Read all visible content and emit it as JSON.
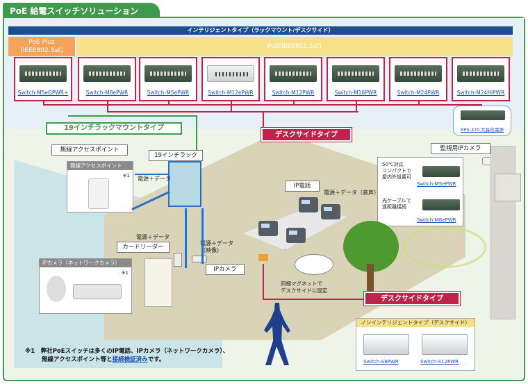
{
  "title": "PoE 給電スイッチソリューション",
  "intelligent_bar": "インテリジェントタイプ（ラックマウント/デスクサイド）",
  "poe_plus": {
    "label": "PoE Plus",
    "standard": "(IEEE802.3at)"
  },
  "poe": {
    "label": "PoE(IEEE802.3af)"
  },
  "switches": [
    {
      "name": "Switch-M5eGPWR+"
    },
    {
      "name": "Switch-M8ePWR"
    },
    {
      "name": "Switch-M5ePWR"
    },
    {
      "name": "Switch-M12ePWR"
    },
    {
      "name": "Switch-M12PWR"
    },
    {
      "name": "Switch-M16PWR"
    },
    {
      "name": "Switch-M24PWR"
    },
    {
      "name": "Switch-M24HiPWR"
    }
  ],
  "redundant_power": "RPS-370 冗長化電源",
  "rackmount_type": "19インチラックマウントタイプ",
  "deskside_type": "デスクサイドタイプ",
  "wireless_ap_label": "無線アクセスポイント",
  "wireless_ap_card_head": "無線アクセスポイント",
  "note_mark": "※1",
  "rack_label": "19インチラック",
  "power_data": "電源＋データ",
  "ip_phone": "IP電話",
  "power_data_voice": "電源＋データ（音声）",
  "surveillance_camera": "監視用IPカメラ",
  "outdoor_switch": {
    "desc": "50℃対応\nコンパクトで\n屋内外設置可",
    "name": "Switch-M5ePWR"
  },
  "fiber_switch": {
    "desc": "光ケーブルで\n遠距離接続",
    "name": "Switch-M8ePWR"
  },
  "card_reader_power": "電源＋データ",
  "card_reader": "カードリーダー",
  "ip_camera_power": "電源＋データ\n（映像）",
  "ip_camera": "IPカメラ",
  "ip_camera_network": "IPカメラ（ネットワークカメラ）",
  "magnet": "同梱マグネットで\nデスクサイドに固定",
  "non_intelligent": "ノンインテリジェントタイプ（デスクサイド）",
  "small_switches": [
    {
      "name": "Switch-S8PWR"
    },
    {
      "name": "Switch-S12PWR"
    }
  ],
  "footnote": {
    "mark": "※1",
    "line1": "弊社PoEスイッチは多くのIP電話、IPカメラ（ネットワークカメラ）、",
    "line2_prefix": "無線アクセスポイント等と",
    "line2_link": "接続検証済み",
    "line2_suffix": "です。"
  },
  "colors": {
    "green": "#3f9a4c",
    "red": "#c0234a",
    "navy": "#1d4f8f",
    "orange": "#f5a35a",
    "yellow": "#f7e08a"
  }
}
